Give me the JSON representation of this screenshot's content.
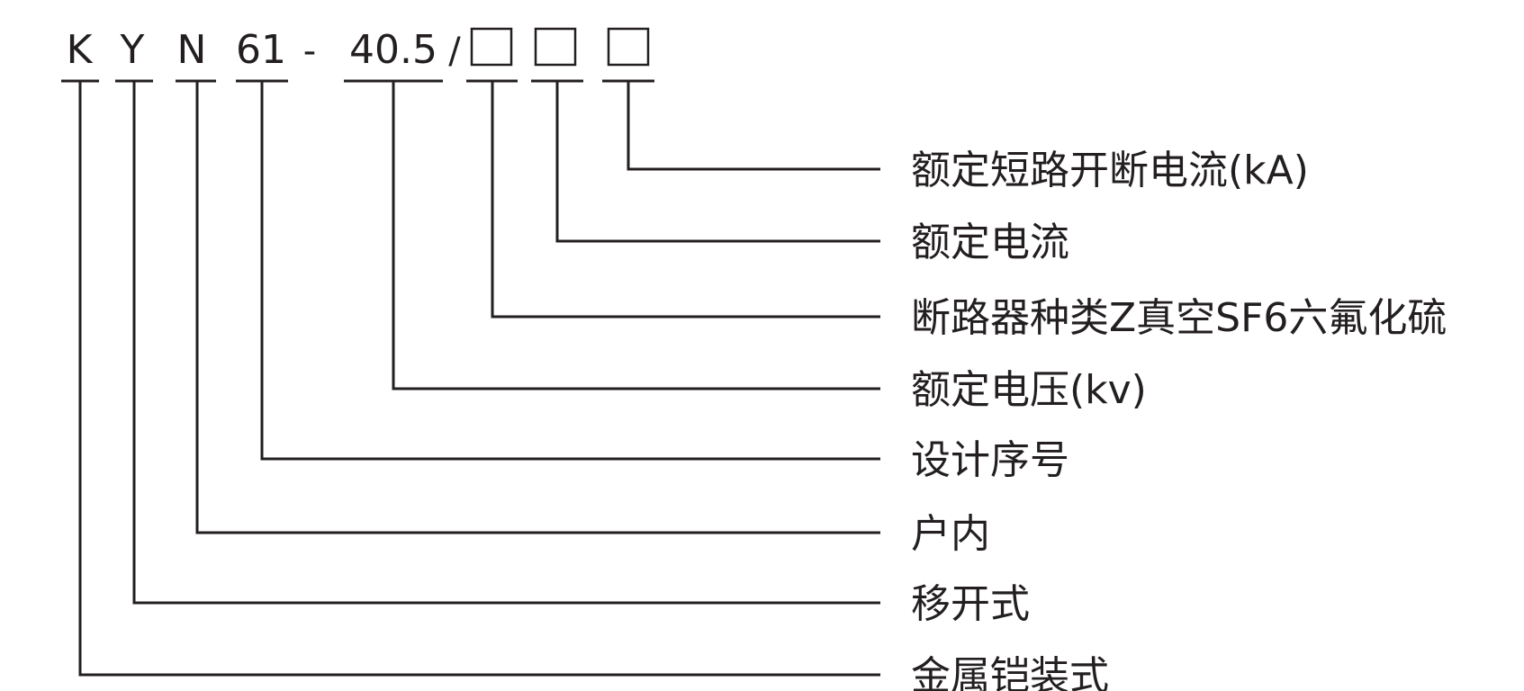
{
  "model_code": {
    "segments": [
      "K",
      "Y",
      "N",
      "61",
      "40.5",
      "□",
      "□",
      "□"
    ],
    "separators": [
      "-",
      "/"
    ]
  },
  "labels": [
    "额定短路开断电流(kA)",
    "额定电流",
    "断路器种类Z真空SF6六氟化硫",
    "额定电压(kv)",
    "设计序号",
    "户内",
    "移开式",
    "金属铠装式"
  ],
  "colors": {
    "ink": "#231f20",
    "background": "#ffffff"
  }
}
